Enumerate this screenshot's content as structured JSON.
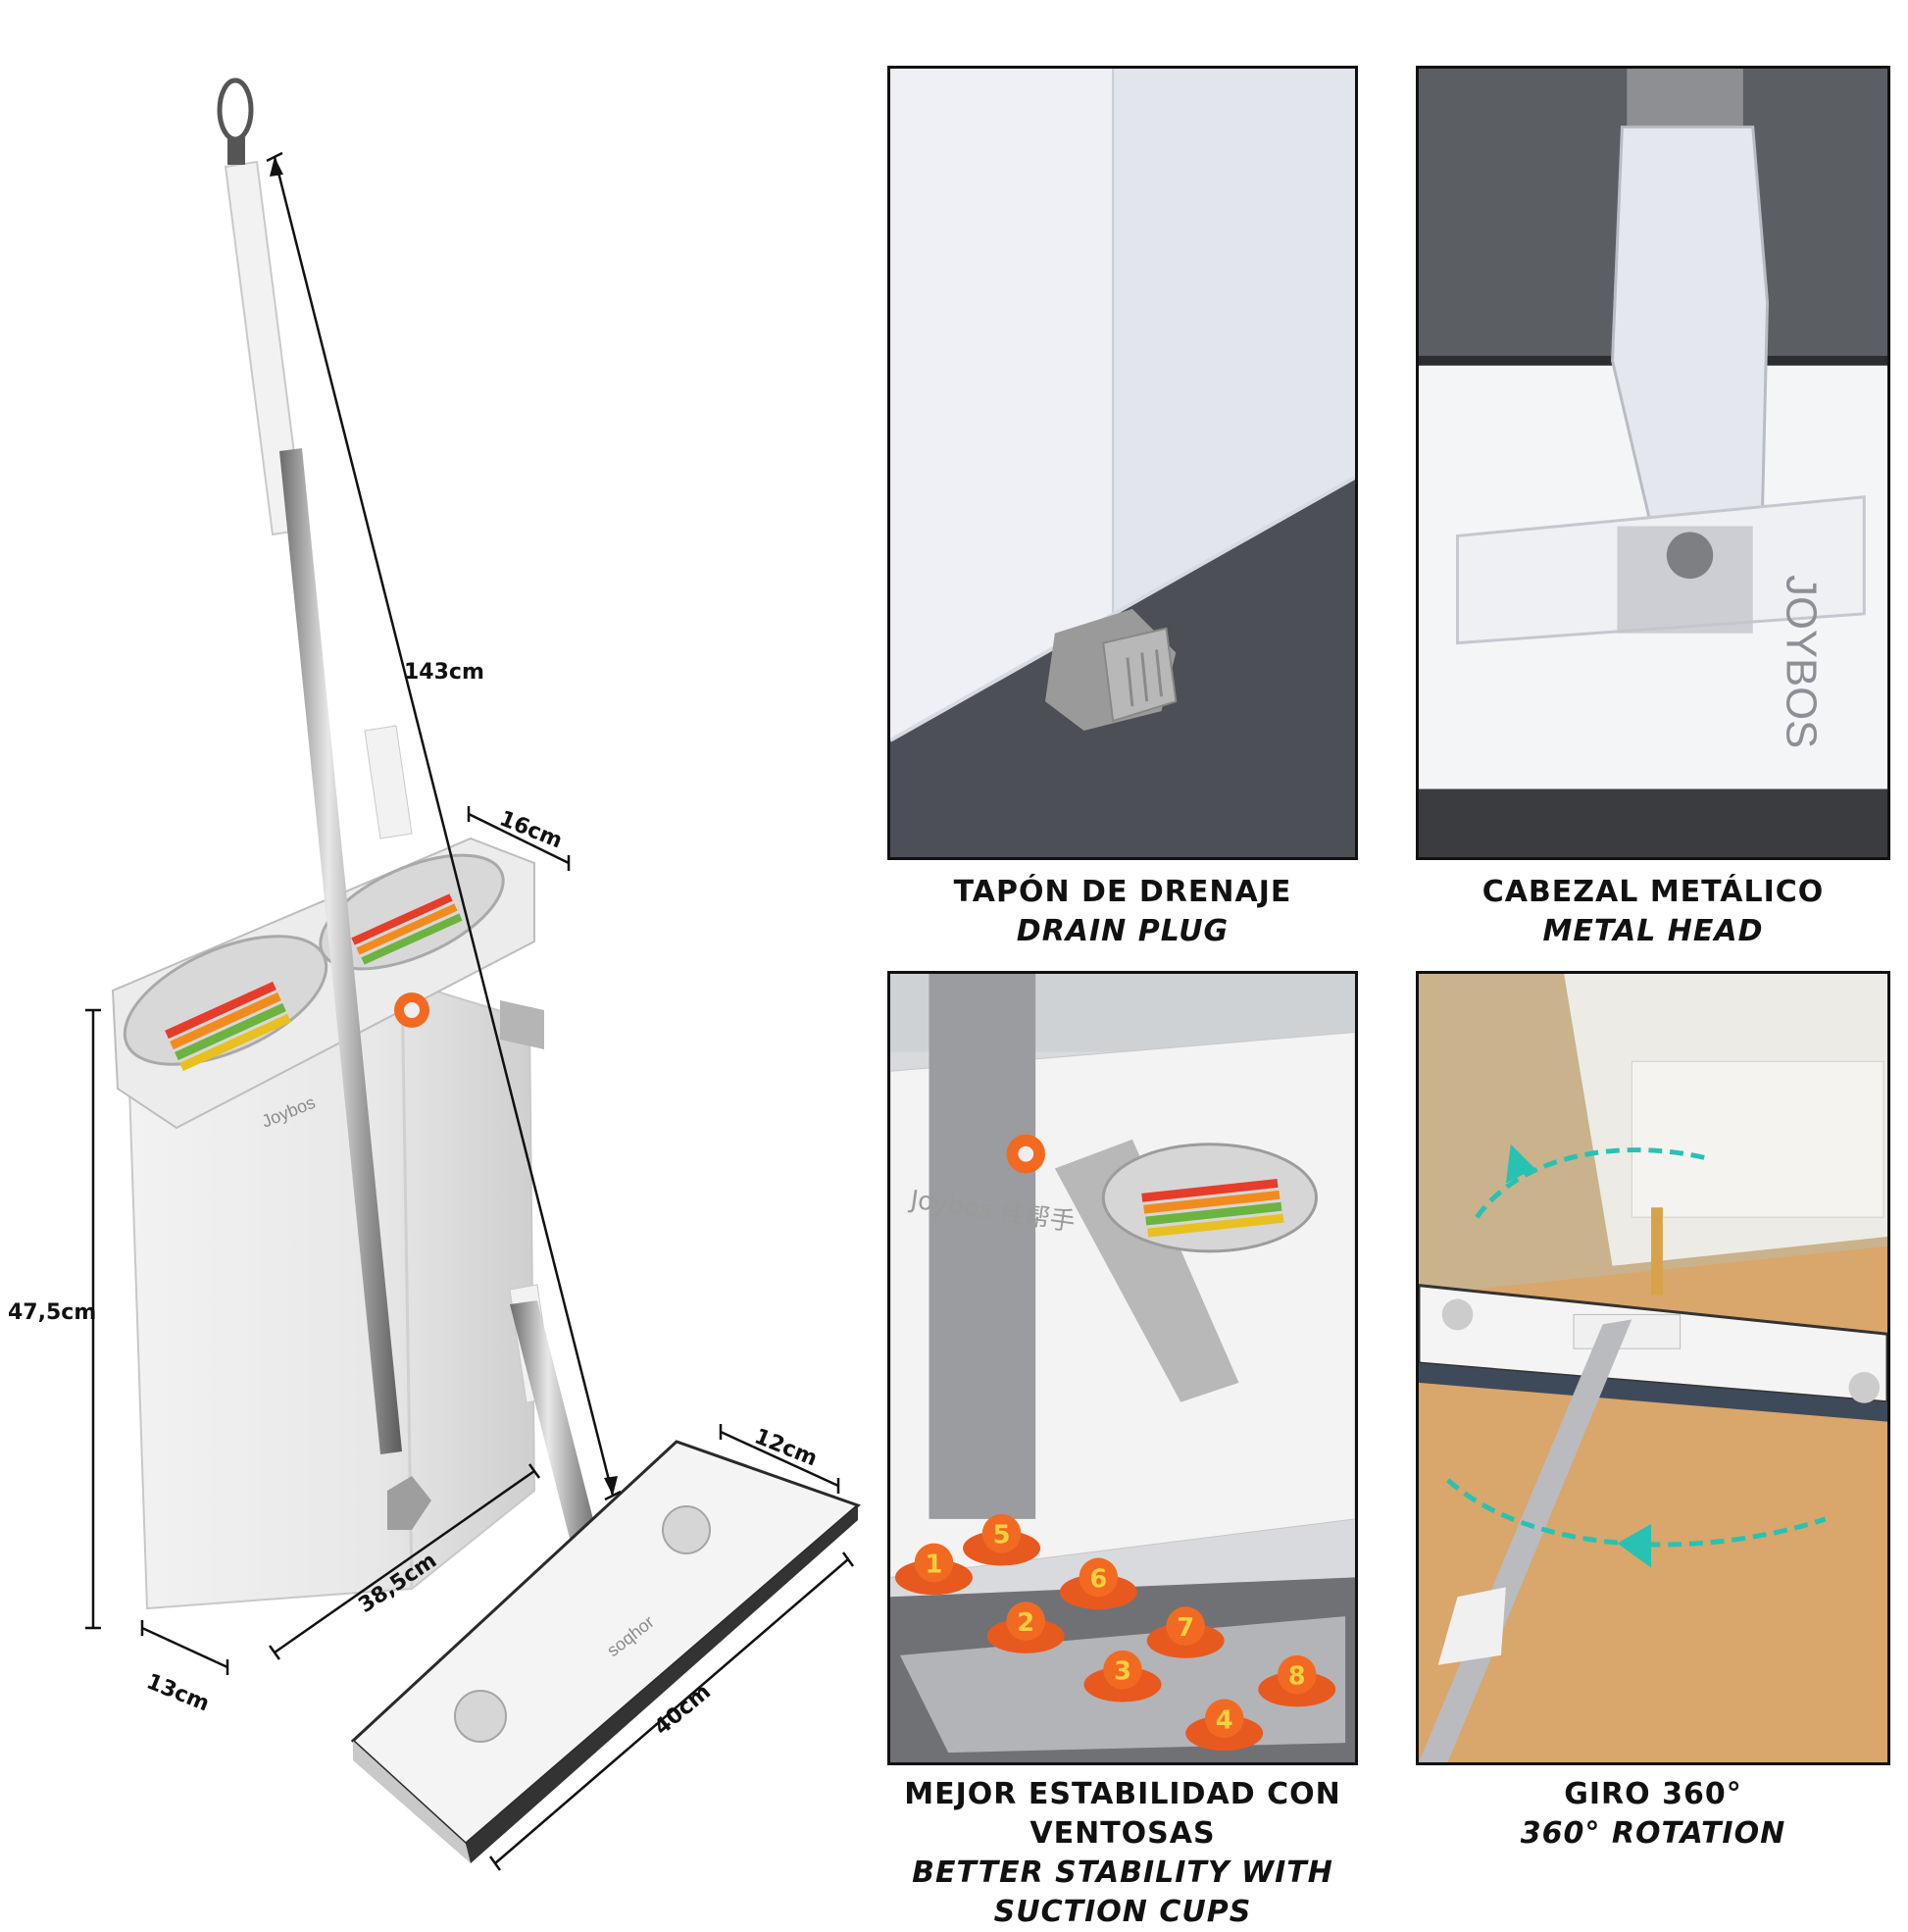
{
  "dimensions": {
    "mop_length": "143cm",
    "bucket_depth_top": "16cm",
    "bucket_height": "47,5cm",
    "bucket_width": "38,5cm",
    "bucket_depth_bottom": "13cm",
    "mop_head_depth": "12cm",
    "mop_head_width": "40cm"
  },
  "brand": {
    "bucket": "Joybos",
    "bucket_cn": "Joybos 佳帮手",
    "mop_head": "soqhor",
    "metal_head": "JOYBOS"
  },
  "panels": [
    {
      "title_es": "TAPÓN DE DRENAJE",
      "title_en": "DRAIN PLUG"
    },
    {
      "title_es": "CABEZAL METÁLICO",
      "title_en": "METAL HEAD"
    },
    {
      "title_es": "MEJOR ESTABILIDAD CON VENTOSAS",
      "title_en": "BETTER STABILITY WITH SUCTION CUPS"
    },
    {
      "title_es": "GIRO 360°",
      "title_en": "360° ROTATION"
    }
  ],
  "suction_cups": [
    "1",
    "2",
    "3",
    "4",
    "5",
    "6",
    "7",
    "8"
  ],
  "colors": {
    "accent_orange": "#f26a21",
    "teal_arrow": "#27c2b4",
    "frame": "#111111"
  }
}
